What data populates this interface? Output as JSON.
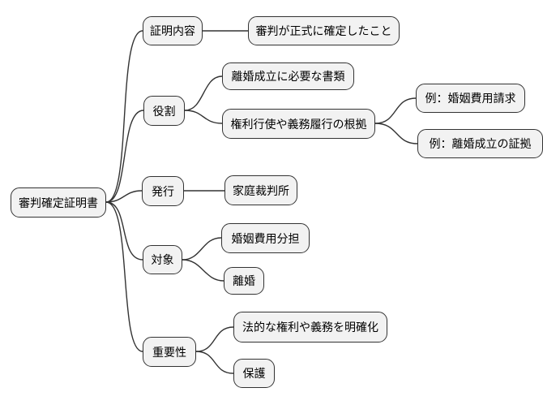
{
  "mindmap": {
    "root": {
      "label": "審判確定証明書"
    },
    "branches": [
      {
        "label": "証明内容",
        "children": [
          {
            "label": "審判が正式に確定したこと"
          }
        ]
      },
      {
        "label": "役割",
        "children": [
          {
            "label": "離婚成立に必要な書類"
          },
          {
            "label": "権利行使や義務履行の根拠",
            "children": [
              {
                "label": "例：婚姻費用請求"
              },
              {
                "label": "例：離婚成立の証拠"
              }
            ]
          }
        ]
      },
      {
        "label": "発行",
        "children": [
          {
            "label": "家庭裁判所"
          }
        ]
      },
      {
        "label": "対象",
        "children": [
          {
            "label": "婚姻費用分担"
          },
          {
            "label": "離婚"
          }
        ]
      },
      {
        "label": "重要性",
        "children": [
          {
            "label": "法的な権利や義務を明確化"
          },
          {
            "label": "保護"
          }
        ]
      }
    ],
    "colors": {
      "node_fill": "#f2f2f2",
      "node_border": "#333333",
      "connector": "#333333",
      "background": "#ffffff",
      "text": "#000000"
    }
  }
}
